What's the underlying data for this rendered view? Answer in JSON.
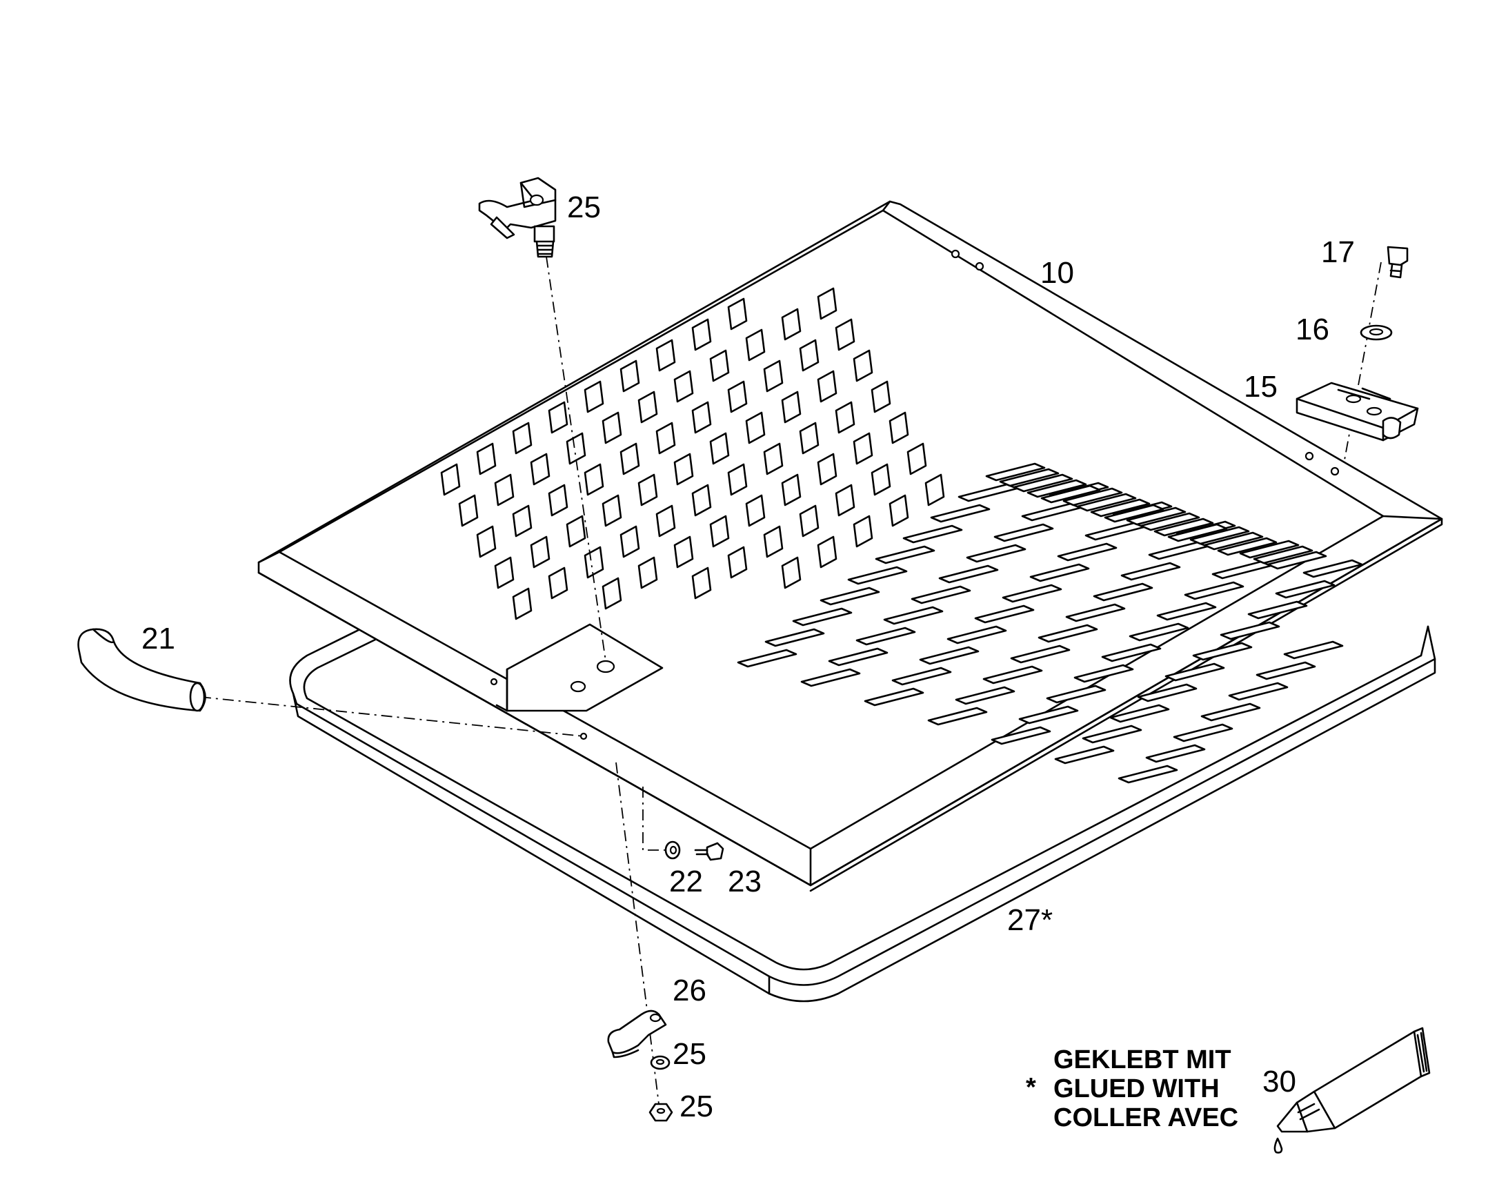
{
  "callouts": {
    "part_10": "10",
    "part_15": "15",
    "part_16": "16",
    "part_17": "17",
    "part_21": "21",
    "part_22": "22",
    "part_23": "23",
    "part_25_top": "25",
    "part_25_lower": "25",
    "part_25_bottom": "25",
    "part_26": "26",
    "part_27": "27*",
    "part_30": "30"
  },
  "note": {
    "asterisk": "*",
    "line_de": "GEKLEBT MIT",
    "line_en": "GLUED WITH",
    "line_fr": "COLLER AVEC"
  }
}
